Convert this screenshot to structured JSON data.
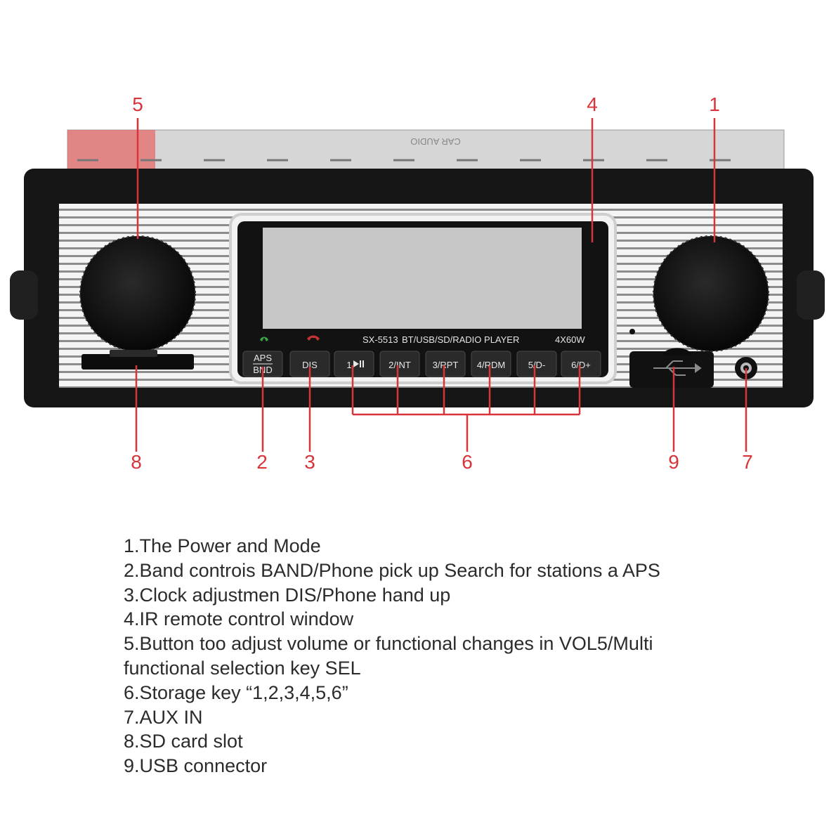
{
  "callouts": [
    "5",
    "4",
    "1",
    "8",
    "2",
    "3",
    "6",
    "9",
    "7"
  ],
  "device": {
    "model": "SX-5513",
    "player": "BT/USB/SD/RADIO  PLAYER",
    "power": "4X60W",
    "top_label": "CAR AUDIO"
  },
  "buttons": [
    "APS",
    "BND",
    "DIS",
    "1",
    "2/INT",
    "3/RPT",
    "4/RDM",
    "5/D-",
    "6/D+"
  ],
  "legend": [
    "1.The Power and Mode",
    "2.Band controis BAND/Phone pick up Search for stations a APS",
    "3.Clock adjustmen DIS/Phone hand up",
    "4.IR remote control window",
    "5.Button too adjust volume or functional changes in VOL5/Multi",
    "functional selection key SEL",
    "6.Storage key  “1,2,3,4,5,6”",
    "7.AUX IN",
    "8.SD card slot",
    "9.USB connector"
  ],
  "colors": {
    "callout": "#d9343a",
    "bezel": "#161616",
    "lcd": "#c7c7c7",
    "grille_line": "#8c8c8c"
  },
  "icons": [
    "phone-answer-icon",
    "phone-hangup-icon",
    "play-pause-icon",
    "usb-icon",
    "aux-jack-icon"
  ]
}
